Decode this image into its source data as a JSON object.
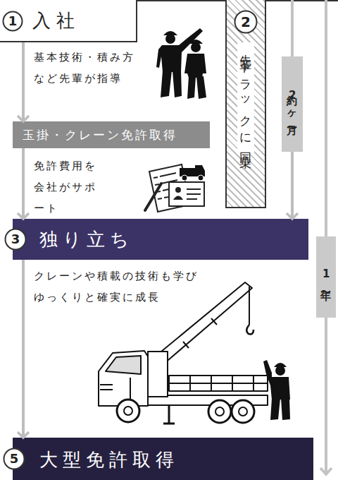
{
  "diagram": {
    "nodes": [
      {
        "text": [
          "入社"
        ]
      },
      {
        "text": [
          "1"
        ],
        "in": 0
      },
      {
        "text": [
          "玉掛・クレーン免許取得"
        ]
      },
      {
        "text": [
          "先輩トラックに同乗"
        ]
      },
      {
        "text": [
          "2"
        ],
        "in": 3
      },
      {
        "text": [
          "約2ヶ月〜"
        ]
      },
      {
        "text": [
          "独り立ち"
        ]
      },
      {
        "text": [
          "3"
        ],
        "in": 6
      },
      {
        "text": [
          "1年〜"
        ]
      },
      {
        "text": [
          "大型免許取得"
        ]
      },
      {
        "text": [
          "5"
        ],
        "in": 9
      }
    ],
    "edges": [
      {
        "from": 0,
        "to": 2,
        "arrow": "to"
      },
      {
        "from": 2,
        "to": 6,
        "arrow": "to"
      },
      {
        "from": 6,
        "to": 9,
        "arrow": "to"
      },
      {
        "from": 5,
        "to": 6,
        "arrow": "to"
      }
    ],
    "labels": [
      "基本技術・積み方 など先輩が指導",
      "免許費用を 会社がサポート",
      "クレーンや積載の技術も学び ゆっくりと確実に成長"
    ]
  }
}
